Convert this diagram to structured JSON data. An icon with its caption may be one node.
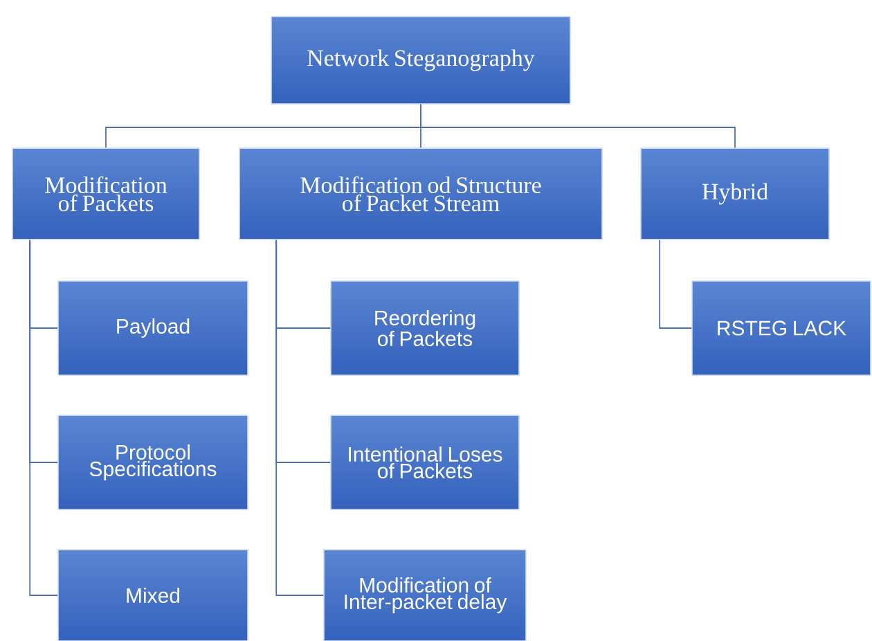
{
  "diagram": {
    "nodes": [
      {
        "text": [
          "Network Steganography"
        ]
      },
      {
        "text": [
          "Modification of Packets"
        ]
      },
      {
        "text": [
          "Modification od Structure of Packet Stream"
        ]
      },
      {
        "text": [
          "Hybrid"
        ]
      },
      {
        "text": [
          "Payload"
        ]
      },
      {
        "text": [
          "Protocol Specifications"
        ]
      },
      {
        "text": [
          "Mixed"
        ]
      },
      {
        "text": [
          "Reordering of Packets"
        ]
      },
      {
        "text": [
          "Intentional Loses of Packets"
        ]
      },
      {
        "text": [
          "Modification of Inter-packet delay"
        ]
      },
      {
        "text": [
          "RSTEG LACK"
        ]
      }
    ],
    "edges": [
      {
        "from": 0,
        "to": 1,
        "arrow": "none"
      },
      {
        "from": 0,
        "to": 2,
        "arrow": "none"
      },
      {
        "from": 0,
        "to": 3,
        "arrow": "none"
      },
      {
        "from": 1,
        "to": 4,
        "arrow": "none"
      },
      {
        "from": 1,
        "to": 5,
        "arrow": "none"
      },
      {
        "from": 1,
        "to": 6,
        "arrow": "none"
      },
      {
        "from": 2,
        "to": 7,
        "arrow": "none"
      },
      {
        "from": 2,
        "to": 8,
        "arrow": "none"
      },
      {
        "from": 2,
        "to": 9,
        "arrow": "none"
      },
      {
        "from": 3,
        "to": 10,
        "arrow": "none"
      }
    ]
  }
}
